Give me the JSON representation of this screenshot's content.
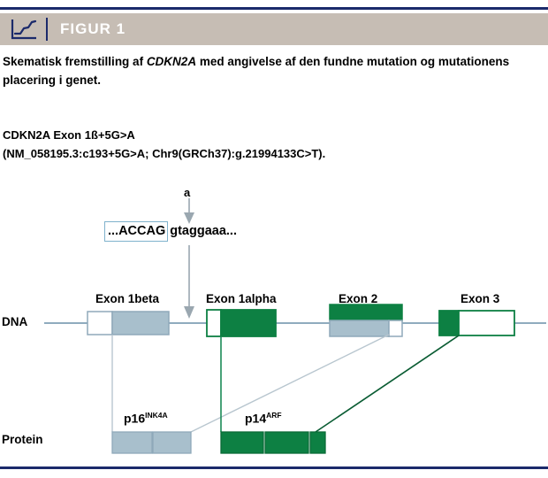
{
  "header": {
    "icon": "line-chart-icon",
    "title": "FIGUR 1",
    "band_color": "#c6bdb4",
    "rule_color": "#1b2a6b"
  },
  "caption": {
    "part1": "Skematisk fremstilling af ",
    "gene_italic": "CDKN2A",
    "part2": " med angivelse af den fundne mutation og mutationens placering i genet."
  },
  "variant": {
    "line1_gene": "CDKN2A",
    "line1_rest": " Exon 1ß+5G>A",
    "line2": "(NM_058195.3:c193+5G>A; Chr9(GRCh37):g.21994133C>T)."
  },
  "diagram": {
    "mutation_marker": "a",
    "sequence_boxed": "...ACCAG",
    "sequence_tail": "gtaggaaa...",
    "row_labels": {
      "dna": "DNA",
      "protein": "Protein"
    },
    "exon_labels": [
      "Exon 1beta",
      "Exon 1alpha",
      "Exon 2",
      "Exon 3"
    ],
    "protein_labels": [
      {
        "base": "p16",
        "sup": "INK4A"
      },
      {
        "base": "p14",
        "sup": "ARF"
      }
    ],
    "colors": {
      "green": "#0d8043",
      "green_dark": "#0a6b37",
      "grey_blue": "#a8bfcc",
      "grey_blue_border": "#8fa9ba",
      "line_blue": "#7f9fb4",
      "navy": "#1b2a6b",
      "seq_box_border": "#7fb2cc",
      "arrow_grey": "#9aa7b0"
    }
  }
}
